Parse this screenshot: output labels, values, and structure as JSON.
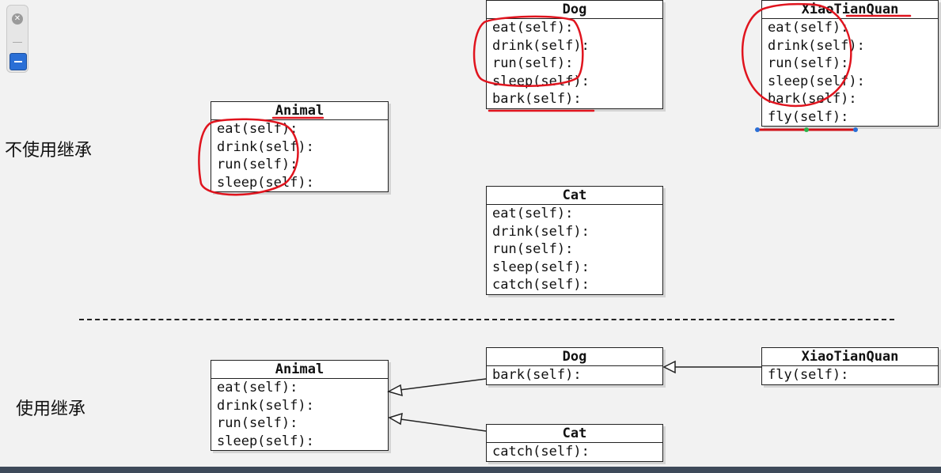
{
  "section_labels": {
    "without": "不使用继承",
    "with": "使用继承"
  },
  "classes_top": {
    "animal": {
      "name": "Animal",
      "methods": [
        "eat(self):",
        "drink(self):",
        "run(self):",
        "sleep(self):"
      ]
    },
    "dog": {
      "name": "Dog",
      "methods": [
        "eat(self):",
        "drink(self):",
        "run(self):",
        "sleep(self):",
        "bark(self):"
      ]
    },
    "xiaotianquan": {
      "name": "XiaoTianQuan",
      "methods": [
        "eat(self):",
        "drink(self):",
        "run(self):",
        "sleep(self):",
        "bark(self):",
        "fly(self):"
      ]
    },
    "cat": {
      "name": "Cat",
      "methods": [
        "eat(self):",
        "drink(self):",
        "run(self):",
        "sleep(self):",
        "catch(self):"
      ]
    }
  },
  "classes_bottom": {
    "animal": {
      "name": "Animal",
      "methods": [
        "eat(self):",
        "drink(self):",
        "run(self):",
        "sleep(self):"
      ]
    },
    "dog": {
      "name": "Dog",
      "methods": [
        "bark(self):"
      ]
    },
    "xiaotianquan": {
      "name": "XiaoTianQuan",
      "methods": [
        "fly(self):"
      ]
    },
    "cat": {
      "name": "Cat",
      "methods": [
        "catch(self):"
      ]
    }
  },
  "colors": {
    "annotation": "#e0141e",
    "selection": "#2a6fd6",
    "box_border": "#222222"
  }
}
